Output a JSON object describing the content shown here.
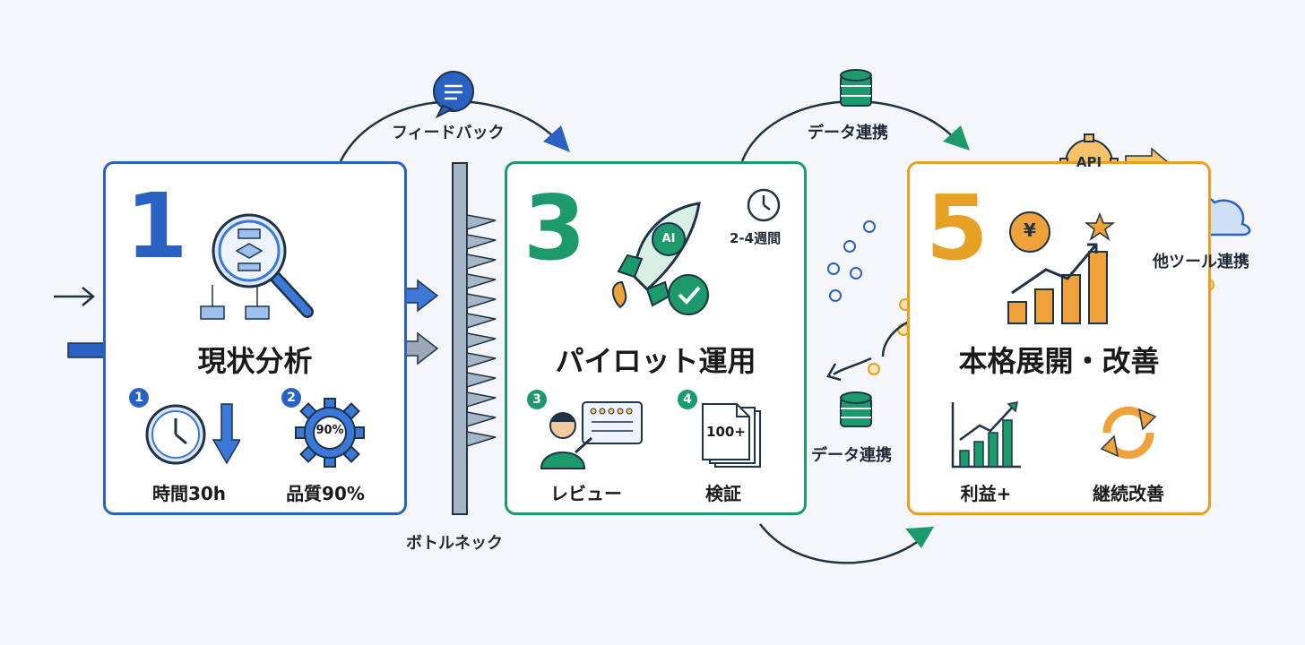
{
  "stages": {
    "s1": {
      "number": "1",
      "title": "現状分析",
      "items": [
        {
          "badge": "1",
          "label": "時間30h"
        },
        {
          "badge": "2",
          "label": "品質90%",
          "gear_text": "90%"
        }
      ]
    },
    "s3": {
      "number": "3",
      "title": "パイロット運用",
      "duration": "2-4週間",
      "rocket_text": "AI",
      "items": [
        {
          "badge": "3",
          "label": "レビュー"
        },
        {
          "badge": "4",
          "label": "検証",
          "doc_text": "100+"
        }
      ]
    },
    "s5": {
      "number": "5",
      "title": "本格展開・改善",
      "yen_symbol": "¥",
      "items": [
        {
          "label": "利益+"
        },
        {
          "label": "継続改善"
        }
      ]
    }
  },
  "connectors": {
    "feedback": "フィードバック",
    "bottleneck": "ボトルネック",
    "data_link_top": "データ連携",
    "data_link_mid": "データ連携",
    "api": "API",
    "other_tools": "他ツール連携"
  },
  "colors": {
    "blue": "#2a62c4",
    "green": "#1c9a6c",
    "orange": "#e6a124",
    "navy": "#1f3347",
    "gray": "#9aa8b8"
  }
}
